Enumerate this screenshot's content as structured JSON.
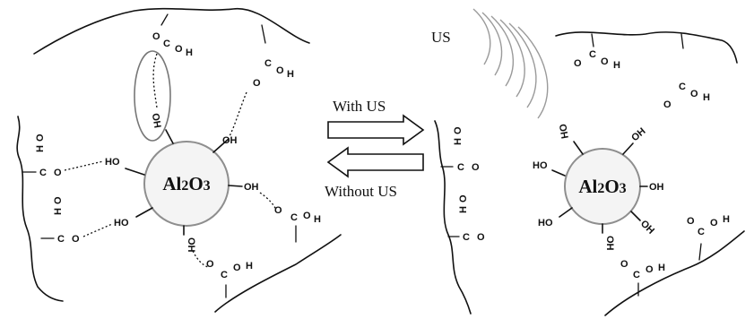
{
  "labels": {
    "with": "With US",
    "without": "Without US",
    "us": "US"
  },
  "core": {
    "symbol": "Al",
    "subscript_2": "2",
    "o": "O",
    "subscript_3": "3"
  },
  "groups": {
    "oh": "OH",
    "ho": "HO",
    "c_o_h": "C-O-H",
    "o": "O",
    "c": "C",
    "h": "H"
  }
}
